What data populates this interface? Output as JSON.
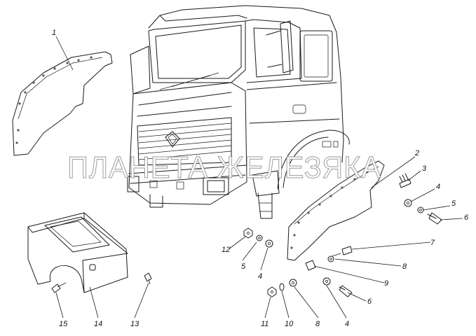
{
  "watermark": "ПЛАНЕТА ЖЕЛЕЗЯКА",
  "callouts": [
    {
      "id": "c1",
      "label": "1"
    },
    {
      "id": "c2",
      "label": "2"
    },
    {
      "id": "c3",
      "label": "3"
    },
    {
      "id": "c4a",
      "label": "4"
    },
    {
      "id": "c5a",
      "label": "5"
    },
    {
      "id": "c6a",
      "label": "6"
    },
    {
      "id": "c7",
      "label": "7"
    },
    {
      "id": "c8a",
      "label": "8"
    },
    {
      "id": "c9",
      "label": "9"
    },
    {
      "id": "c6b",
      "label": "6"
    },
    {
      "id": "c4b",
      "label": "4"
    },
    {
      "id": "c8b",
      "label": "8"
    },
    {
      "id": "c10",
      "label": "10"
    },
    {
      "id": "c11",
      "label": "11"
    },
    {
      "id": "c12",
      "label": "12"
    },
    {
      "id": "c5b",
      "label": "5"
    },
    {
      "id": "c4c",
      "label": "4"
    },
    {
      "id": "c13",
      "label": "13"
    },
    {
      "id": "c14",
      "label": "14"
    },
    {
      "id": "c15",
      "label": "15"
    }
  ]
}
